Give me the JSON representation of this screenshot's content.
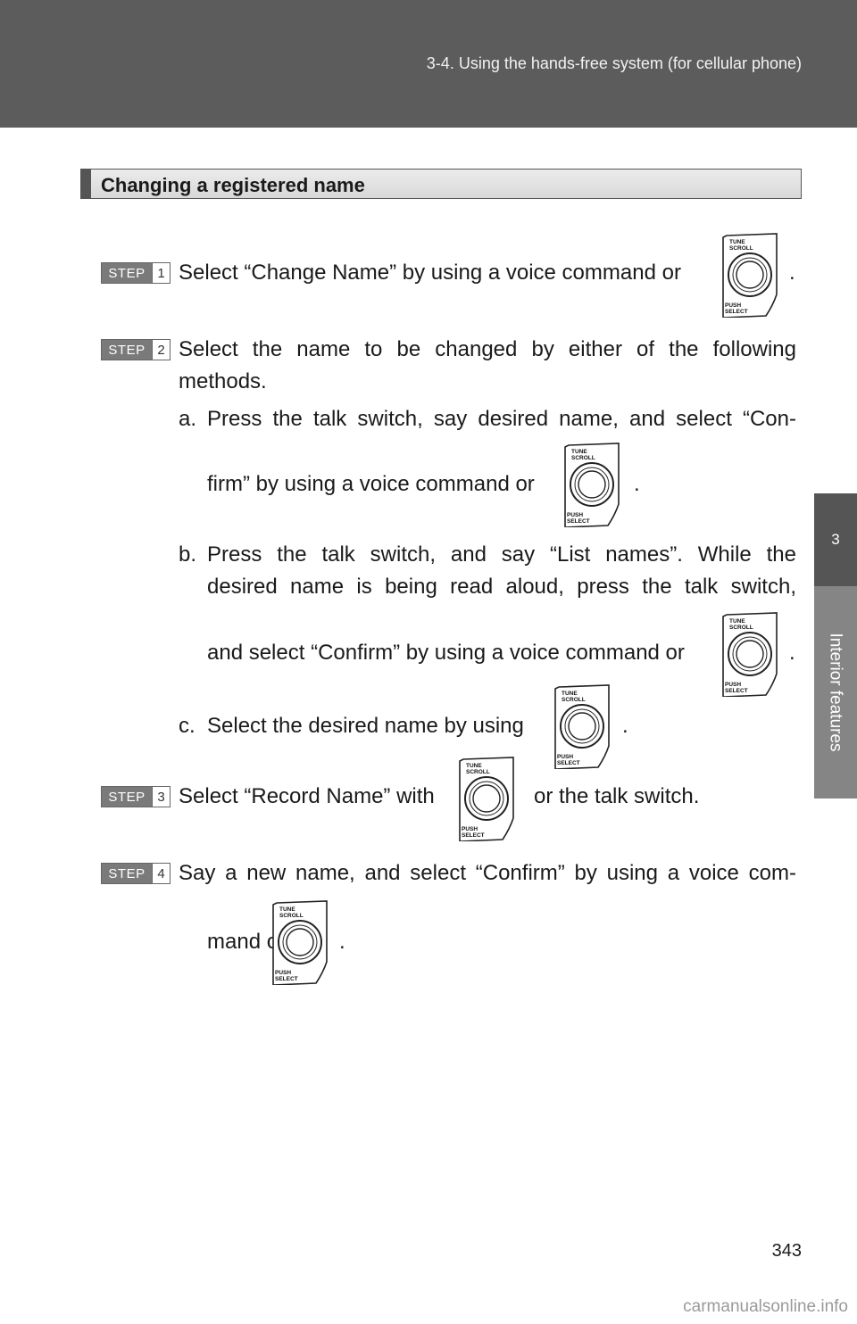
{
  "header": {
    "running_title": "3-4. Using the hands-free system (for cellular phone)"
  },
  "side_tab": {
    "chapter_number": "3",
    "chapter_title": "Interior features"
  },
  "section": {
    "title": "Changing a registered name"
  },
  "steps": [
    {
      "label": "STEP",
      "number": "1",
      "line1_before": "Select “Change Name” by using a voice command or",
      "line1_after": "."
    },
    {
      "label": "STEP",
      "number": "2",
      "line1": "Select the name to be changed by either of the following",
      "line2": "methods.",
      "sub": [
        {
          "letter": "a.",
          "line1": "Press the talk switch, say desired name, and select “Con-",
          "line2_before": "firm” by using a voice command or",
          "line2_after": "."
        },
        {
          "letter": "b.",
          "line1": "Press the talk switch, and say “List names”. While the",
          "line2": "desired name is being read aloud, press the talk switch,",
          "line3_before": "and select “Confirm” by using a voice command or",
          "line3_after": "."
        },
        {
          "letter": "c.",
          "line1_before": "Select the desired name by using",
          "line1_after": "."
        }
      ]
    },
    {
      "label": "STEP",
      "number": "3",
      "line1_before": "Select “Record Name” with",
      "line1_after": "or the talk switch."
    },
    {
      "label": "STEP",
      "number": "4",
      "line1": "Say a new name, and select “Confirm” by using a voice com-",
      "line2_before": "mand or",
      "line2_after": "."
    }
  ],
  "knob": {
    "top_text_1": "TUNE",
    "top_text_2": "SCROLL",
    "bottom_text_1": "PUSH",
    "bottom_text_2": "SELECT"
  },
  "page_number": "343",
  "watermark": "carmanualsonline.info"
}
